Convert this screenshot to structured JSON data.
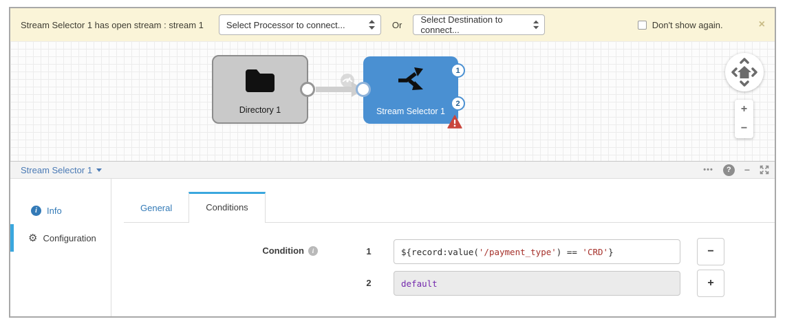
{
  "colors": {
    "alert_bg": "#faf4d8",
    "node_gray": "#c9c9c9",
    "node_blue": "#4a90d2",
    "accent_tab_blue": "#3aa7de",
    "link_blue": "#337ab7",
    "warning_red": "#c9463d",
    "code_string_red": "#a5302a",
    "code_keyword_purple": "#7429ad"
  },
  "alert_bar": {
    "message": "Stream Selector 1 has open stream : stream 1",
    "processor_select_value": "Select Processor to connect...",
    "or_label": "Or",
    "destination_select_value": "Select Destination to connect...",
    "dont_show_again_label": "Don't show again.",
    "close_icon": "×"
  },
  "canvas": {
    "origin_node": {
      "label": "Directory 1",
      "icon": "folder-icon"
    },
    "selector_node": {
      "label": "Stream Selector 1",
      "icon": "stream-split-icon",
      "output_badges": [
        "1",
        "2"
      ],
      "has_error": true
    },
    "nav": {
      "zoom_in_label": "+",
      "zoom_out_label": "−"
    }
  },
  "panel": {
    "title": "Stream Selector 1",
    "more_icon": "•••",
    "help_icon": "?",
    "minimize_icon": "−"
  },
  "sidebar": {
    "items": [
      {
        "label": "Info",
        "icon": "info-icon",
        "active": false
      },
      {
        "label": "Configuration",
        "icon": "gear-icon",
        "active": true
      }
    ]
  },
  "tabs": [
    {
      "label": "General",
      "active": false
    },
    {
      "label": "Conditions",
      "active": true
    }
  ],
  "conditions_form": {
    "field_label": "Condition",
    "rows": [
      {
        "index": "1",
        "disabled": false,
        "value": "${record:value('/payment_type') == 'CRD'}",
        "segments": [
          {
            "text": "${record:value(",
            "type": "code"
          },
          {
            "text": "'/payment_type'",
            "type": "string"
          },
          {
            "text": ") == ",
            "type": "code"
          },
          {
            "text": "'CRD'",
            "type": "string"
          },
          {
            "text": "}",
            "type": "code"
          }
        ]
      },
      {
        "index": "2",
        "disabled": true,
        "value": "default",
        "segments": [
          {
            "text": "default",
            "type": "keyword"
          }
        ]
      }
    ],
    "remove_button_label": "−",
    "add_button_label": "+"
  }
}
